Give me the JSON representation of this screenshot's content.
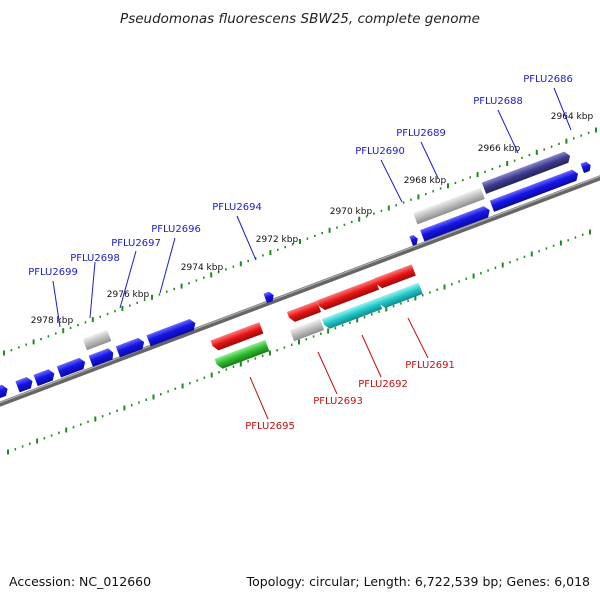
{
  "title": "Pseudomonas fluorescens SBW25, complete genome",
  "footer": {
    "accession": "Accession: NC_012660",
    "topology": "Topology: circular; Length: 6,722,539 bp; Genes: 6,018"
  },
  "colors": {
    "backbone": "#7a7a7a",
    "tick": "#1f8a1f",
    "blue_gene": "#1515e6",
    "gray_gene": "#b8b8b8",
    "purple_gene": "#3d3a8c",
    "red_gene": "#e61414",
    "cyan_gene": "#1fc8c8",
    "green_gene": "#2eb82e",
    "top_label": "#1c1ccc",
    "bottom_label": "#c01010"
  },
  "kbp_labels": [
    "2964 kbp",
    "2966 kbp",
    "2968 kbp",
    "2970 kbp",
    "2972 kbp",
    "2974 kbp",
    "2976 kbp",
    "2978 kbp"
  ],
  "top_gene_labels": [
    "PFLU2686",
    "PFLU2688",
    "PFLU2689",
    "PFLU2690",
    "PFLU2694",
    "PFLU2696",
    "PFLU2697",
    "PFLU2698",
    "PFLU2699"
  ],
  "bottom_gene_labels": [
    "PFLU2691",
    "PFLU2692",
    "PFLU2693",
    "PFLU2695"
  ]
}
